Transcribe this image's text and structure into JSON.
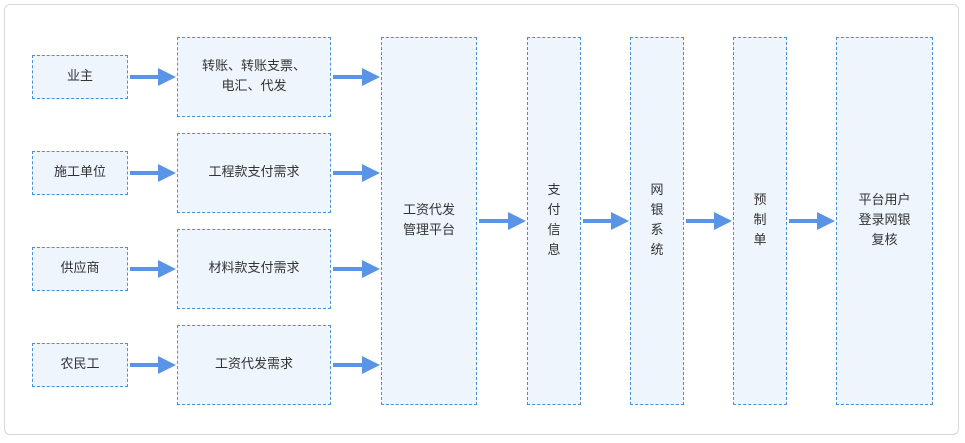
{
  "colors": {
    "box_fill": "#eef5fc",
    "box_border": "#4a90d9",
    "arrow": "#5b93e6",
    "frame_border": "#d8d8d8"
  },
  "parties": [
    "业主",
    "施工单位",
    "供应商",
    "农民工"
  ],
  "requests": [
    {
      "line1": "转账、转账支票、",
      "line2": "电汇、代发"
    },
    {
      "line1": "工程款支付需求",
      "line2": ""
    },
    {
      "line1": "材料款支付需求",
      "line2": ""
    },
    {
      "line1": "工资代发需求",
      "line2": ""
    }
  ],
  "platform": {
    "line1": "工资代发",
    "line2": "管理平台"
  },
  "payment_info": "支付信息",
  "bank_system": "网银系统",
  "pre_order": "预制单",
  "final": {
    "line1": "平台用户",
    "line2": "登录网银",
    "line3": "复核"
  }
}
